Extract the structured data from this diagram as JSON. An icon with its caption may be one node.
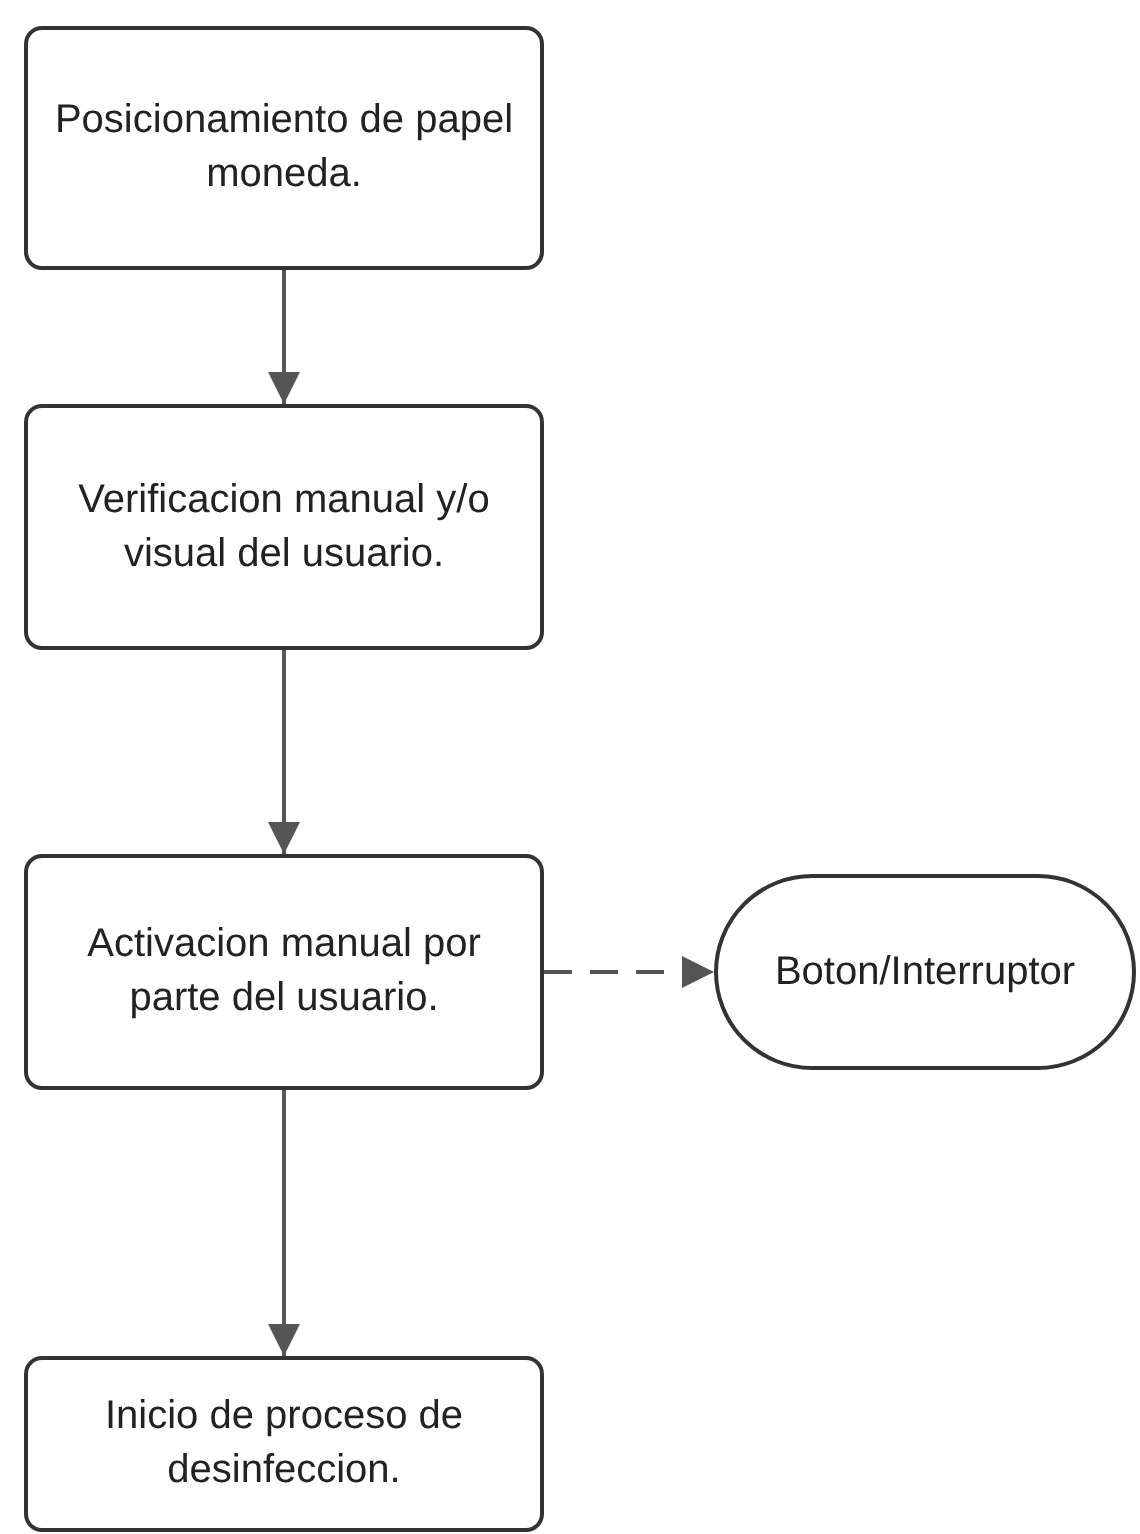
{
  "diagram": {
    "nodes": [
      {
        "text": [
          "Posicionamiento de papel moneda."
        ]
      },
      {
        "text": [
          "Verificacion manual y/o visual del usuario."
        ]
      },
      {
        "text": [
          "Activacion manual por parte del usuario."
        ]
      },
      {
        "text": [
          "Boton/Interruptor"
        ]
      },
      {
        "text": [
          "Inicio de proceso de desinfeccion."
        ]
      }
    ],
    "edges": [
      {
        "from": 0,
        "to": 1,
        "arrow": "to"
      },
      {
        "from": 1,
        "to": 2,
        "arrow": "to"
      },
      {
        "from": 2,
        "to": 3,
        "arrow": "to",
        "style": "dashed"
      },
      {
        "from": 2,
        "to": 4,
        "arrow": "to"
      }
    ]
  }
}
